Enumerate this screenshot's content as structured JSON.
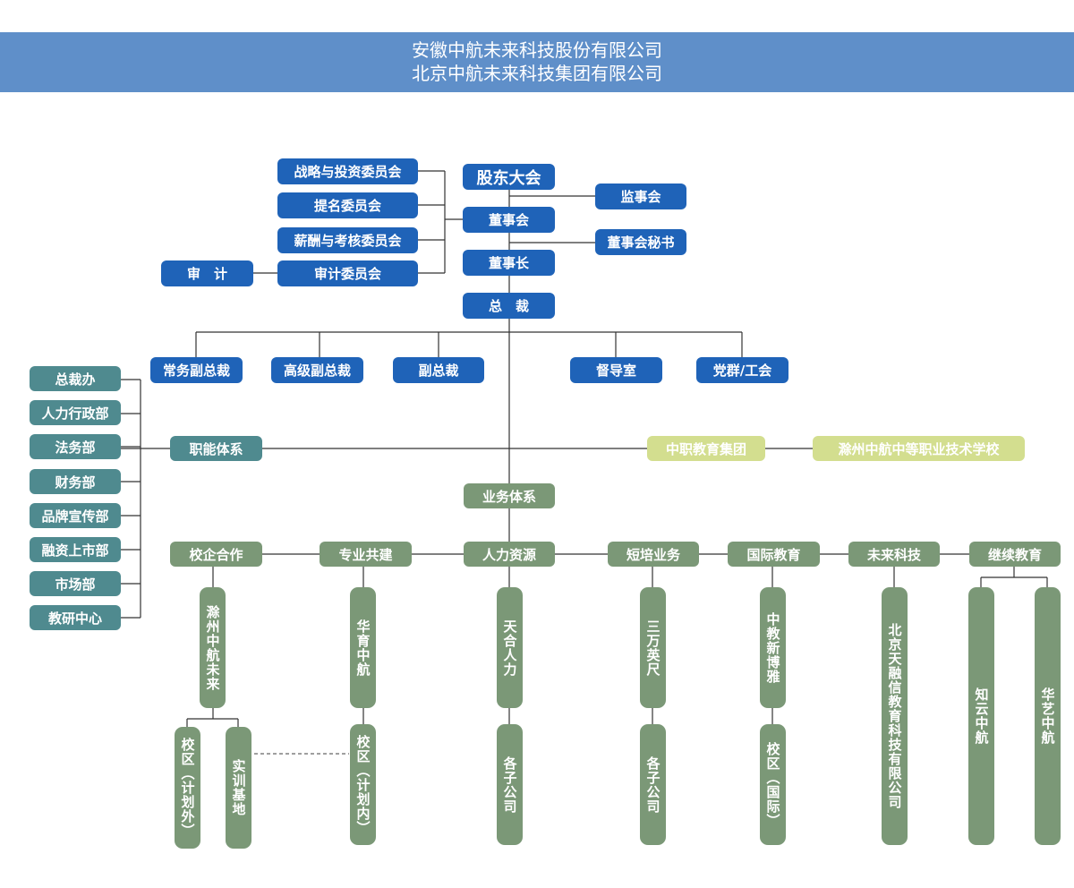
{
  "header": {
    "line1": "安徽中航未来科技股份有限公司",
    "line2": "北京中航未来科技集团有限公司"
  },
  "governance": {
    "shareholders": "股东大会",
    "board": "董事会",
    "chairman": "董事长",
    "supervisors": "监事会",
    "board_secretary": "董事会秘书",
    "president": "总　裁",
    "committees": [
      "战略与投资委员会",
      "提名委员会",
      "薪酬与考核委员会",
      "审计委员会"
    ],
    "audit": "审　计"
  },
  "executives": [
    "常务副总裁",
    "高级副总裁",
    "副总裁",
    "督导室",
    "党群/工会"
  ],
  "functional": {
    "label": "职能体系",
    "departments": [
      "总裁办",
      "人力行政部",
      "法务部",
      "财务部",
      "品牌宣传部",
      "融资上市部",
      "市场部",
      "教研中心"
    ]
  },
  "vocational": {
    "group": "中职教育集团",
    "school": "滁州中航中等职业技术学校"
  },
  "business": {
    "label": "业务体系",
    "units": [
      {
        "name": "校企合作",
        "entity": "滁州中航未来",
        "campuses": [
          "校区（计划外）",
          "实训基地"
        ]
      },
      {
        "name": "专业共建",
        "entity": "华育中航",
        "campuses": [
          "校区（计划内）"
        ]
      },
      {
        "name": "人力资源",
        "entity": "天合人力",
        "campuses": [
          "各子公司"
        ]
      },
      {
        "name": "短培业务",
        "entity": "三万英尺",
        "campuses": [
          "各子公司"
        ]
      },
      {
        "name": "国际教育",
        "entity": "中教新博雅",
        "campuses": [
          "校区（国际）"
        ]
      },
      {
        "name": "未来科技",
        "entity": "北京天融信教育科技有限公司",
        "campuses": []
      },
      {
        "name": "继续教育",
        "entity": "",
        "campuses": [
          "知云中航",
          "华艺中航"
        ]
      }
    ]
  },
  "colors": {
    "header_bg": "#5f8fc9",
    "governance": "#1f63b8",
    "functional": "#4f8a8f",
    "business": "#7b9877",
    "vocational": "#d3de8f",
    "connector": "#333333"
  }
}
